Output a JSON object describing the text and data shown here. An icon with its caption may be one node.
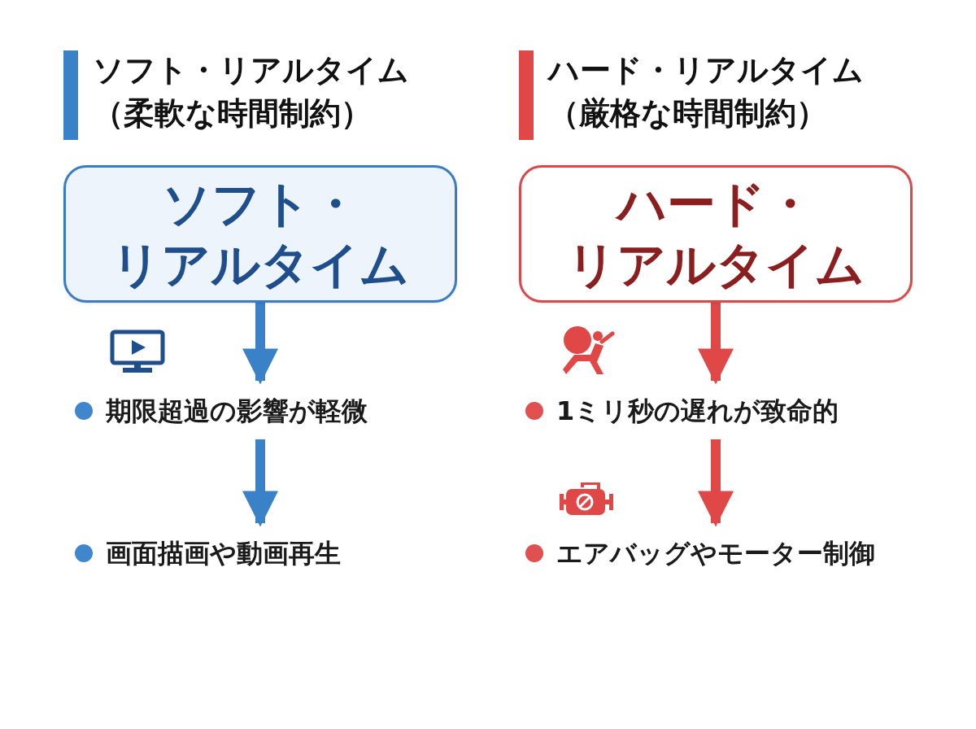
{
  "diagram": {
    "nodes": [
      {
        "text": [
          "ソフト・リアルタイム"
        ]
      },
      {
        "text": [
          "期限超過の影響が軽微"
        ]
      },
      {
        "text": [
          "画面描画や動画再生"
        ]
      },
      {
        "text": [
          "ハード・リアルタイム"
        ]
      },
      {
        "text": [
          "1ミリ秒の遅れが致命的"
        ]
      },
      {
        "text": [
          "エアバッグやモーター制御"
        ]
      }
    ],
    "edges": [
      {
        "from": 0,
        "to": 1,
        "arrow": "to",
        "color": "#3a82c8"
      },
      {
        "from": 1,
        "to": 2,
        "arrow": "to",
        "color": "#3a82c8"
      },
      {
        "from": 3,
        "to": 4,
        "arrow": "to",
        "color": "#e04848"
      },
      {
        "from": 4,
        "to": 5,
        "arrow": "to",
        "color": "#e04848"
      }
    ],
    "labels": [
      "ソフト・リアルタイム（柔軟な時間制約）",
      "ハード・リアルタイム（厳格な時間制約）"
    ]
  }
}
